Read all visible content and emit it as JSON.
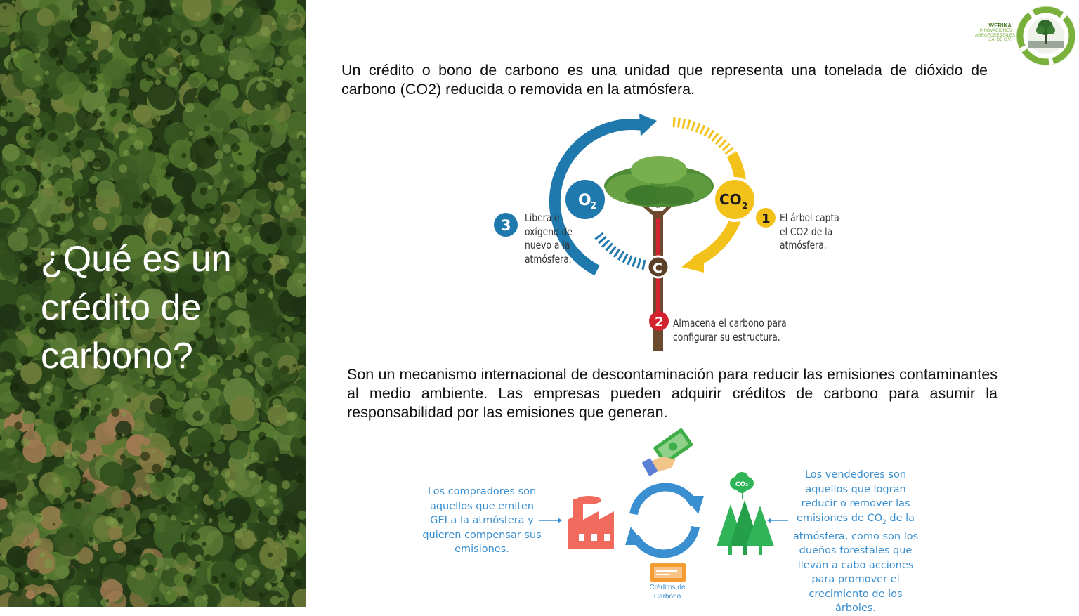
{
  "slide": {
    "title": "¿Qué es un crédito de carbono?",
    "paragraph1": "Un crédito o bono de carbono es una unidad que representa una tonelada de dióxido de carbono (CO2) reducida o removida en la atmósfera.",
    "paragraph2": "Son un mecanismo internacional de descontaminación para reducir las emisiones contaminantes al medio ambiente. Las empresas pueden adquirir créditos de carbono para asumir la responsabilidad por las emisiones que generan."
  },
  "logo": {
    "brand": "WERIKA",
    "line1": "INNOVACIONES",
    "line2": "AGROFORESTALES",
    "line3": "S.A. DE C.V."
  },
  "cycle": {
    "badge_o2": "O",
    "badge_o2_sub": "2",
    "badge_co2": "CO",
    "badge_co2_sub": "2",
    "badge_c": "C",
    "step1_number": "1",
    "step1_text": "El árbol capta el CO2 de la atmósfera.",
    "step2_number": "2",
    "step2_text": "Almacena el carbono para configurar su estructura.",
    "step3_number": "3",
    "step3_text": "Libera el oxígeno de nuevo a la atmósfera.",
    "colors": {
      "blue": "#1f79ad",
      "yellow": "#f2c21b",
      "red": "#d2232f",
      "trunk": "#6b4a2e"
    }
  },
  "market": {
    "buyers_text": "Los compradores son aquellos que emiten GEI a la atmósfera y quieren compensar sus emisiones.",
    "sellers_text_a": "Los vendedores son aquellos que logran reducir o remover las emisiones de CO",
    "sellers_sub": "2",
    "sellers_text_b": " de la atmósfera, como son los dueños forestales que llevan a cabo acciones para promover el crecimiento de los árboles.",
    "credits_label": "Créditos de Carbono",
    "co2_bubble": "CO₂",
    "colors": {
      "text": "#3a8fd0",
      "factory": "#f06a5e",
      "trees": "#2fb457",
      "money": "#3fae49",
      "card": "#f39c34"
    }
  }
}
